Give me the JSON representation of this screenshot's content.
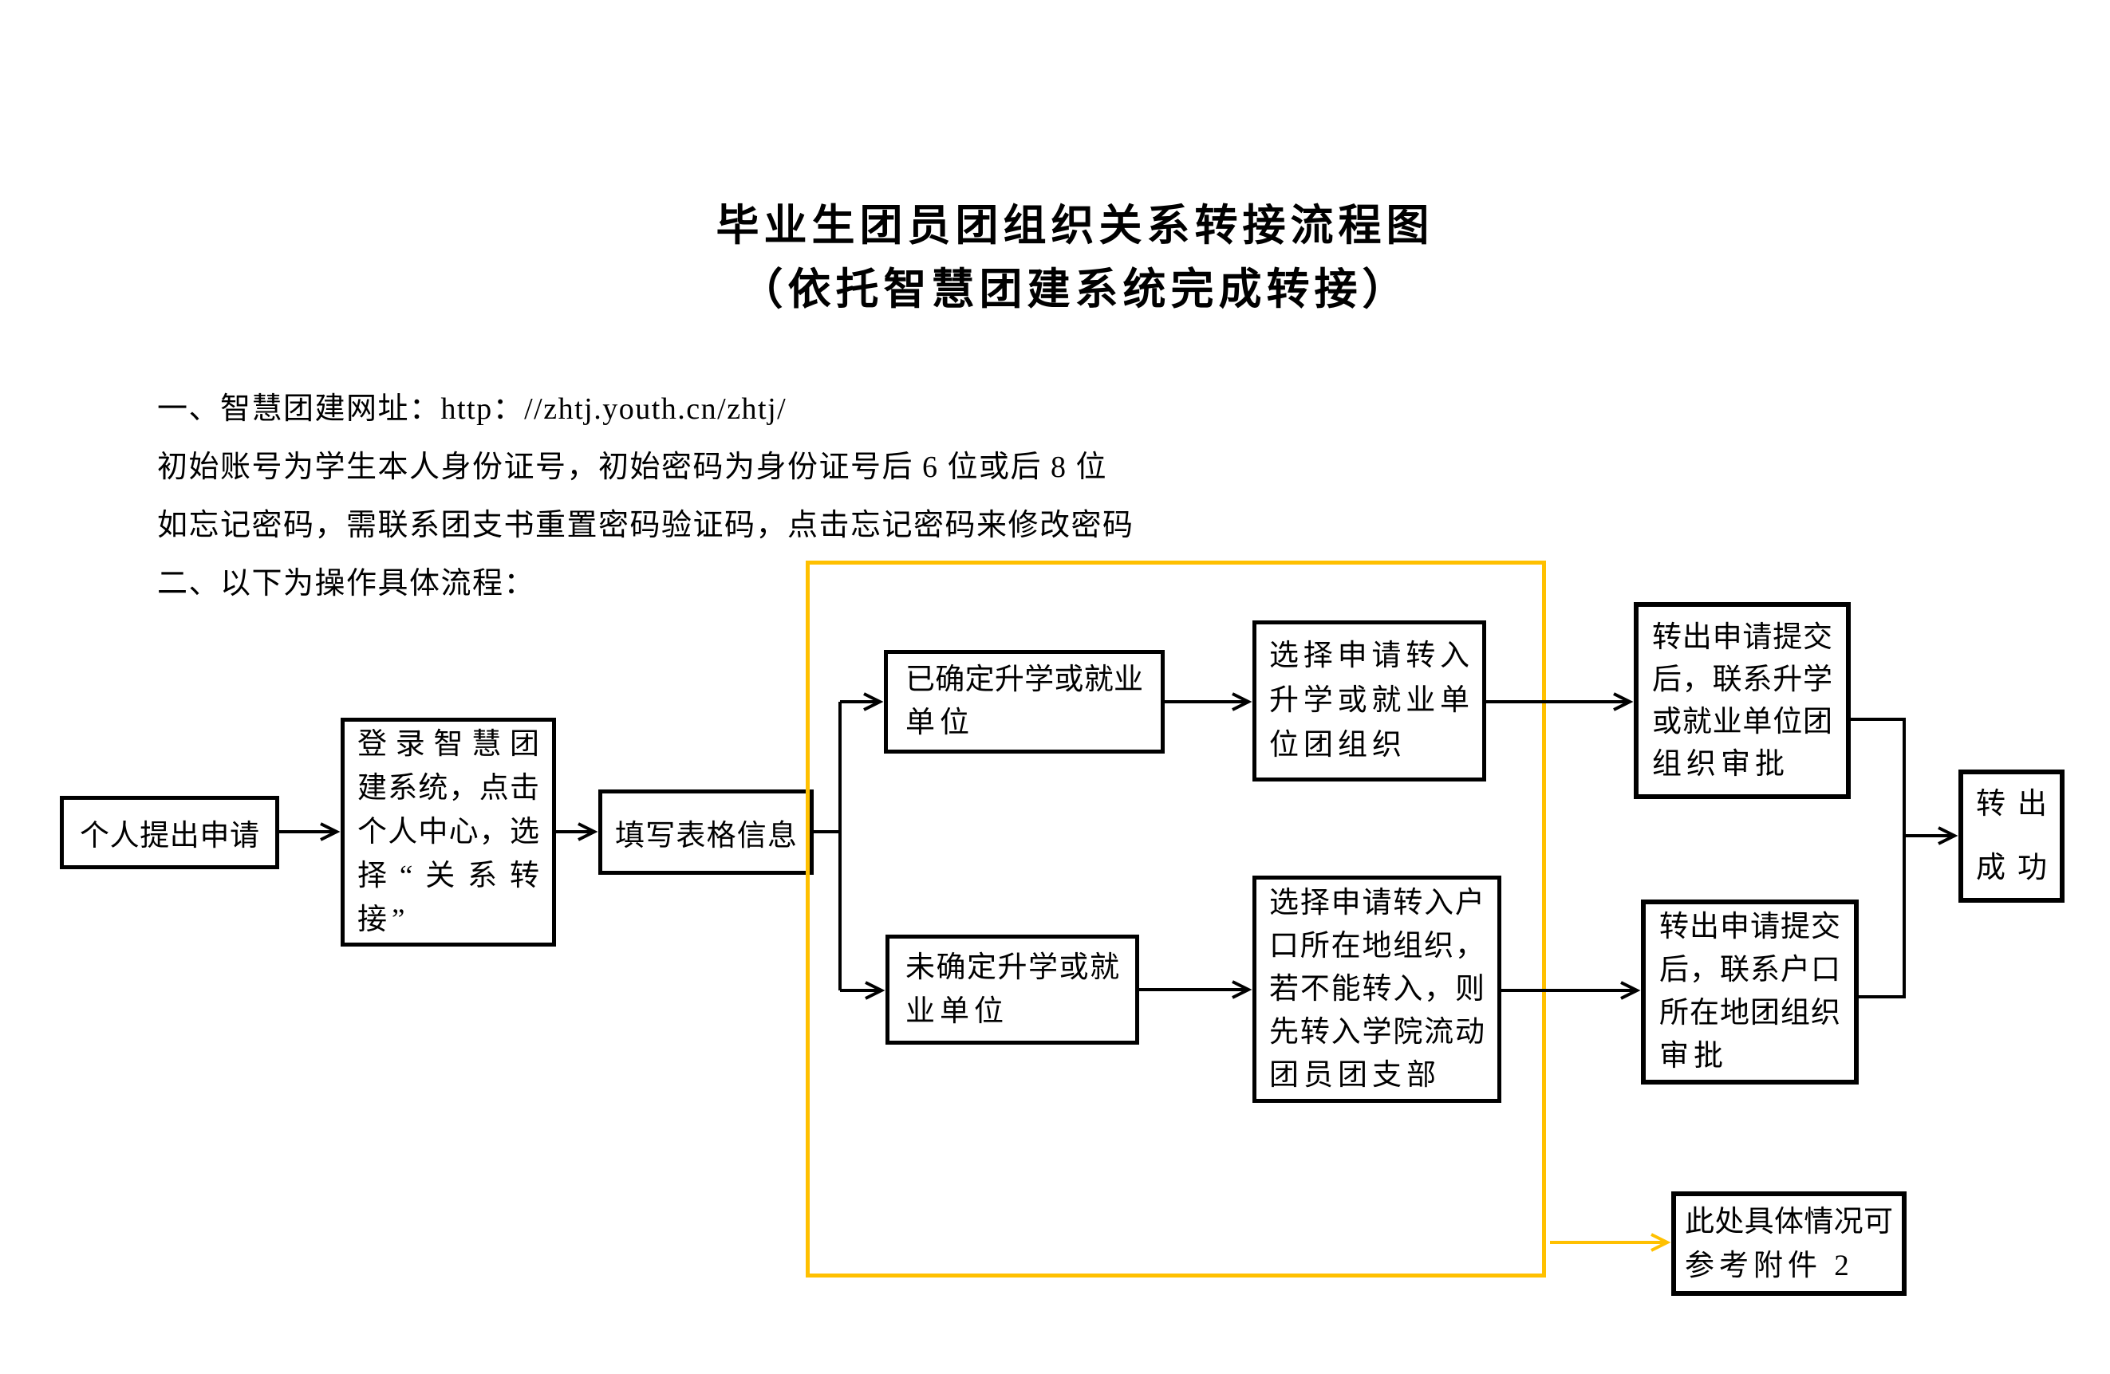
{
  "title": {
    "line1": "毕业生团员团组织关系转接流程图",
    "line2": "（依托智慧团建系统完成转接）"
  },
  "intro": {
    "line1": "一、智慧团建网址：http：//zhtj.youth.cn/zhtj/",
    "line2": "初始账号为学生本人身份证号，初始密码为身份证号后 6 位或后 8 位",
    "line3": "如忘记密码，需联系团支书重置密码验证码，点击忘记密码来修改密码",
    "line4": "二、以下为操作具体流程："
  },
  "flow": {
    "apply": {
      "lines": [
        "个人提出申请"
      ]
    },
    "login": {
      "lines": [
        "登录智慧团",
        "建系统，点击",
        "个人中心，选",
        "择“关系转",
        "接”"
      ]
    },
    "fill": {
      "lines": [
        "填写表格信息"
      ]
    },
    "confirmed": {
      "lines": [
        "已确定升学或就业",
        "单位"
      ]
    },
    "choose_unit": {
      "lines": [
        "选择申请转入",
        "升学或就业单",
        "位团组织"
      ]
    },
    "out_unit": {
      "lines": [
        "转出申请提交",
        "后，联系升学",
        "或就业单位团",
        "组织审批"
      ]
    },
    "unconfirmed": {
      "lines": [
        "未确定升学或就",
        "业单位"
      ]
    },
    "choose_hukou": {
      "lines": [
        "选择申请转入户",
        "口所在地组织，",
        "若不能转入，则",
        "先转入学院流动",
        "团员团支部"
      ]
    },
    "out_hukou": {
      "lines": [
        "转出申请提交",
        "后，联系户口",
        "所在地团组织",
        "审批"
      ]
    },
    "success": {
      "lines": [
        "转出",
        "成功"
      ]
    },
    "note": {
      "lines": [
        "此处具体情况可",
        "参考附件 2"
      ]
    }
  },
  "colors": {
    "accent": "#FFC000",
    "line": "#000000"
  }
}
